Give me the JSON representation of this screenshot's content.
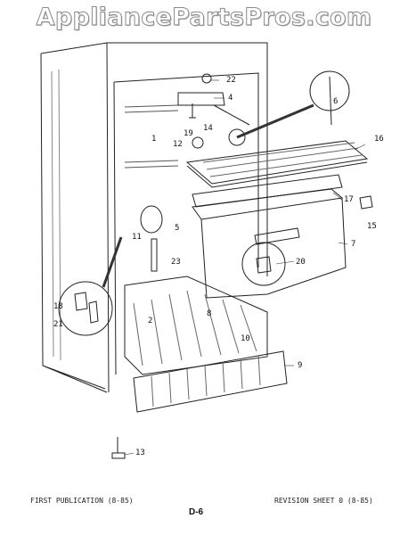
{
  "watermark": "AppliancePartsPros.com",
  "diagram": {
    "callouts": [
      "1",
      "2",
      "4",
      "5",
      "6",
      "7",
      "8",
      "9",
      "10",
      "11",
      "12",
      "13",
      "14",
      "15",
      "16",
      "17",
      "18",
      "19",
      "20",
      "21",
      "22",
      "23"
    ]
  },
  "footer": {
    "left": "FIRST PUBLICATION (8-85)",
    "center": "D-6",
    "right": "REVISION SHEET 0 (8-85)"
  }
}
